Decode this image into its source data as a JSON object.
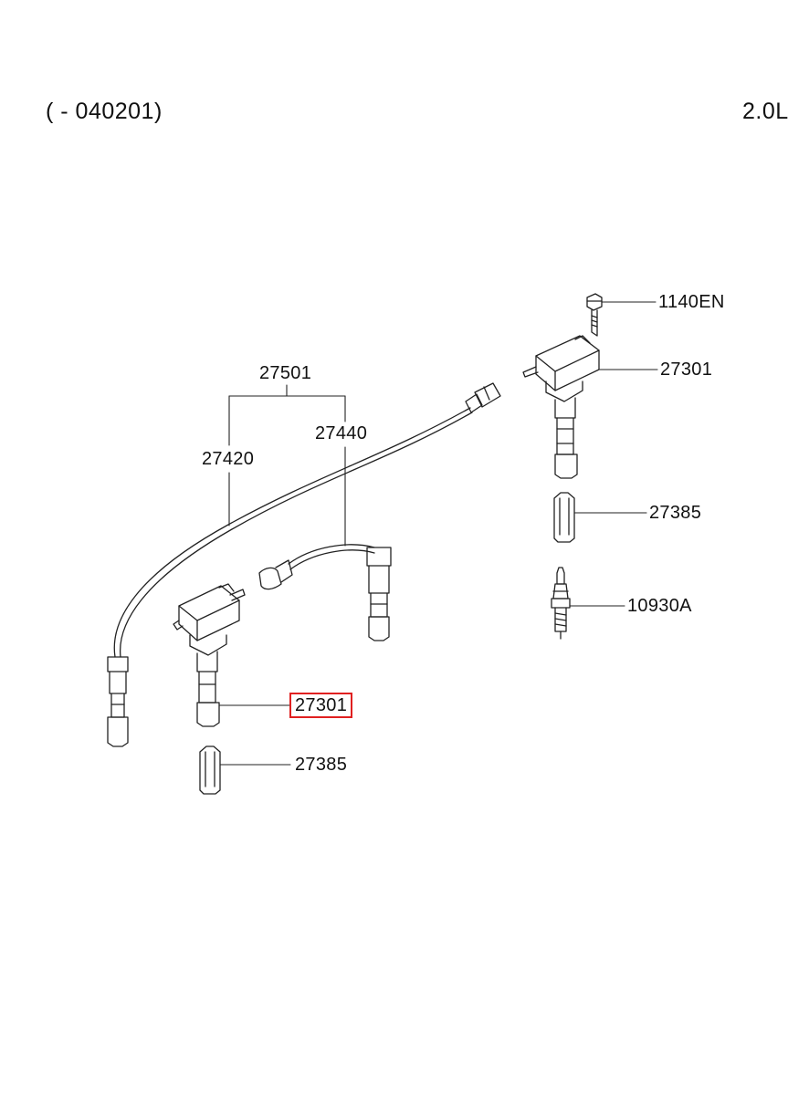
{
  "header": {
    "range": "( - 040201)",
    "engine": "2.0L"
  },
  "callouts": [
    {
      "part": "1140EN",
      "highlighted": false
    },
    {
      "part": "27301",
      "highlighted": false
    },
    {
      "part": "27501",
      "highlighted": false
    },
    {
      "part": "27440",
      "highlighted": false
    },
    {
      "part": "27420",
      "highlighted": false
    },
    {
      "part": "27385",
      "highlighted": false
    },
    {
      "part": "10930A",
      "highlighted": false
    },
    {
      "part": "27301",
      "highlighted": true
    },
    {
      "part": "27385",
      "highlighted": false
    }
  ],
  "colors": {
    "line": "#222222",
    "highlight": "#e02020",
    "background": "#ffffff"
  }
}
